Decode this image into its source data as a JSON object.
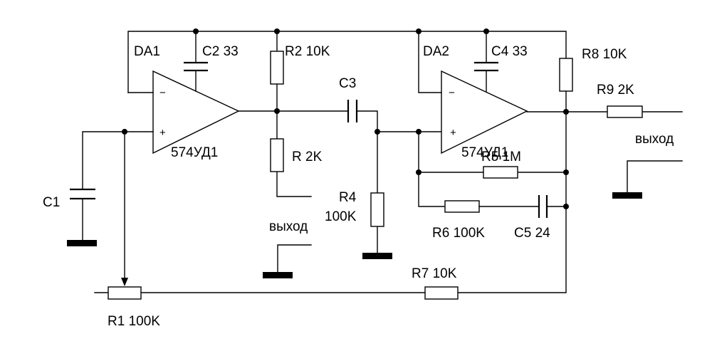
{
  "opamps": [
    {
      "ref": "DA1",
      "part": "574УД1",
      "inverting": "−",
      "noninverting": "+"
    },
    {
      "ref": "DA2",
      "part": "574УД1",
      "inverting": "−",
      "noninverting": "+"
    }
  ],
  "capacitors": {
    "C1": "C1",
    "C2": "C2 33",
    "C3": "C3",
    "C4": "C4 33",
    "C5": "C5 24"
  },
  "resistors": {
    "R": "R 2K",
    "R1": "R1 100K",
    "R2": "R2 10K",
    "R4_ref": "R4",
    "R4_val": "100K",
    "R5": "R5 1M",
    "R6": "R6 100K",
    "R7": "R7 10K",
    "R8": "R8 10K",
    "R9": "R9 2K"
  },
  "outputs": {
    "out1": "выход",
    "out2": "выход"
  }
}
